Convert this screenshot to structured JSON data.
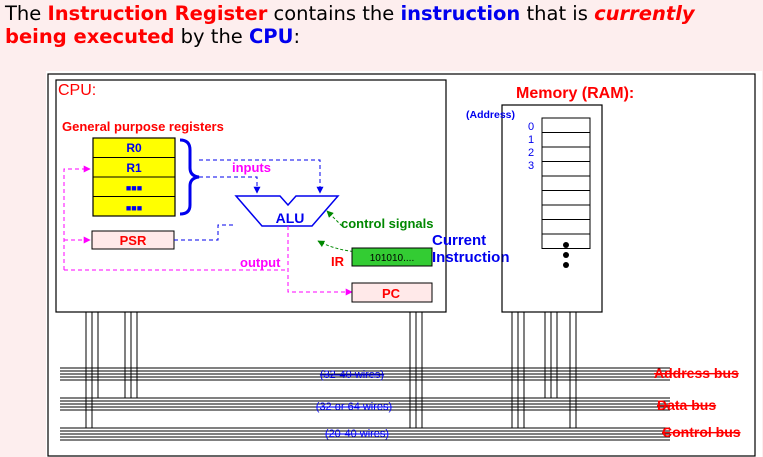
{
  "heading": {
    "part1": "The ",
    "term1": "Instruction Register",
    "part2": " contains the ",
    "term2": "instruction",
    "part3": " that is ",
    "term3": "currently",
    "line2_term": "being executed",
    "part4": " by the ",
    "term4": "CPU",
    "part5": ":"
  },
  "diagram": {
    "cpu_label": "CPU:",
    "gpr_label": "General purpose registers",
    "registers": [
      "R0",
      "R1",
      "■■■",
      "■■■"
    ],
    "inputs_label": "inputs",
    "alu_label": "ALU",
    "control_signals_label": "control signals",
    "psr_label": "PSR",
    "ir_label": "IR",
    "ir_value": "101010....",
    "current_instruction_line1": "Current",
    "current_instruction_line2": "Instruction",
    "output_label": "output",
    "pc_label": "PC",
    "memory_label": "Memory (RAM):",
    "address_label": "(Address)",
    "addresses": [
      "0",
      "1",
      "2",
      "3"
    ],
    "buses": [
      {
        "name": "Address bus",
        "wires": "(32-40 wires)"
      },
      {
        "name": "Data bus",
        "wires": "(32 or 64 wires)"
      },
      {
        "name": "Control bus",
        "wires": "(20-40 wires)"
      }
    ]
  },
  "colors": {
    "accent_red": "#ff0000",
    "accent_blue": "#0000ee",
    "register_yellow": "#ffff00",
    "ir_green": "#33cc33",
    "magenta": "#ff00ff",
    "control_green": "#008800"
  }
}
